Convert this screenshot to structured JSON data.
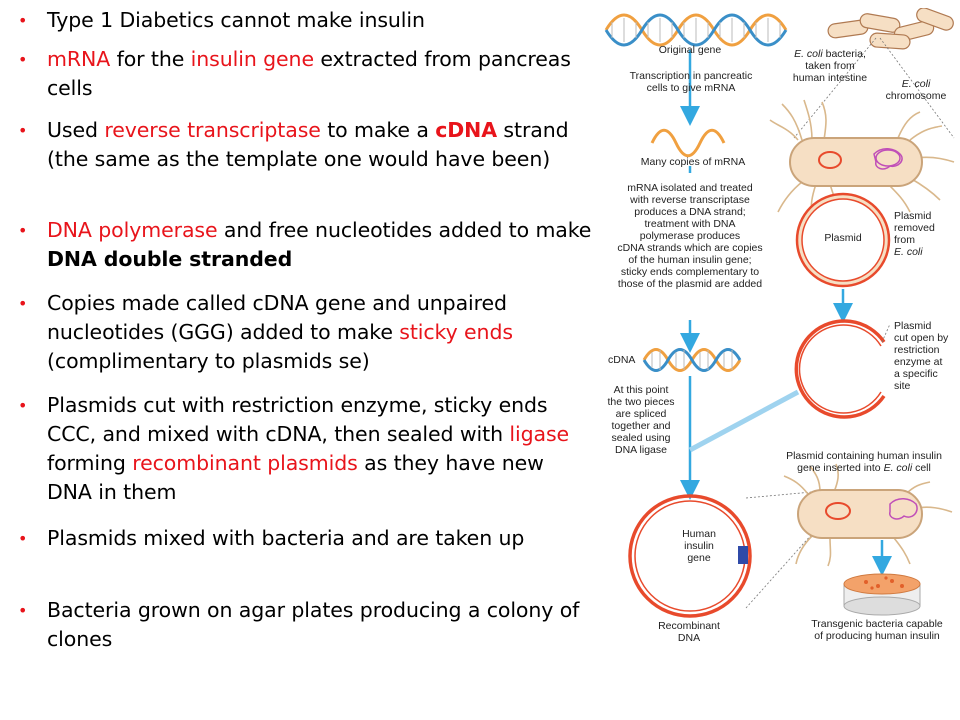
{
  "bullets": [
    {
      "segments": [
        {
          "t": "Type 1 Diabetics cannot make insulin"
        }
      ]
    },
    {
      "segments": [
        {
          "t": "mRNA",
          "red": true
        },
        {
          "t": " for the "
        },
        {
          "t": "insulin gene",
          "red": true
        },
        {
          "t": " extracted from pancreas cells"
        }
      ]
    },
    {
      "segments": [
        {
          "t": "Used "
        },
        {
          "t": "reverse transcriptase",
          "red": true
        },
        {
          "t": " to make a "
        },
        {
          "t": "cDNA",
          "red": true,
          "bold": true
        },
        {
          "t": " strand (the same as the template one would have been)"
        }
      ]
    },
    {
      "segments": [
        {
          "t": "DNA polymerase",
          "red": true
        },
        {
          "t": " and free nucleotides added to make "
        },
        {
          "t": "DNA double stranded",
          "bold": true
        }
      ]
    },
    {
      "segments": [
        {
          "t": "Copies made called cDNA gene and unpaired nucleotides (GGG) added to make "
        },
        {
          "t": "sticky ends",
          "red": true
        },
        {
          "t": " (complimentary to plasmids se)"
        }
      ]
    },
    {
      "segments": [
        {
          "t": "Plasmids cut with restriction enzyme, sticky ends CCC, and mixed with cDNA, then sealed with "
        },
        {
          "t": "ligase",
          "red": true
        },
        {
          "t": " forming "
        },
        {
          "t": "recombinant plasmids",
          "red": true
        },
        {
          "t": " as they have new DNA in them"
        }
      ]
    },
    {
      "segments": [
        {
          "t": "Plasmids mixed with bacteria and are taken up"
        }
      ]
    },
    {
      "segments": [
        {
          "t": "Bacteria grown on agar plates producing a colony of clones"
        }
      ]
    }
  ],
  "bullet_symbol": "•",
  "diagram": {
    "original_gene": "Original gene",
    "transcription": [
      "Transcription in pancreatic",
      "cells to give mRNA"
    ],
    "many_copies": "Many copies of mRNA",
    "mrna_isolated": [
      "mRNA isolated and treated",
      "with reverse transcriptase",
      "produces a DNA strand;",
      "treatment with DNA",
      "polymerase produces",
      "cDNA strands which are copies",
      "of the human insulin gene;",
      "sticky ends complementary to",
      "those of the plasmid are added"
    ],
    "cdna": "cDNA",
    "at_this_point": [
      "At this point",
      "the two pieces",
      "are spliced",
      "together and",
      "sealed using",
      "DNA ligase"
    ],
    "ecoli_bacteria": [
      "E. coli bacteria,",
      "taken from",
      "human intestine"
    ],
    "ecoli_chromosome": [
      "E. coli",
      "chromosome"
    ],
    "plasmid": "Plasmid",
    "plasmid_removed": [
      "Plasmid",
      "removed",
      "from",
      "E. coli"
    ],
    "plasmid_cut": [
      "Plasmid",
      "cut open by",
      "restriction",
      "enzyme at",
      "a specific",
      "site"
    ],
    "plasmid_containing": [
      "Plasmid containing human insulin",
      "gene inserted into E. coli cell"
    ],
    "human_insulin_gene": [
      "Human",
      "insulin",
      "gene"
    ],
    "recombinant_dna": [
      "Recombinant",
      "DNA"
    ],
    "transgenic": [
      "Transgenic bacteria capable",
      "of producing human insulin"
    ]
  },
  "colors": {
    "red_text": "#e8141b",
    "plasmid_red": "#e84a2c",
    "arrow_blue": "#33a8e0",
    "dna_orange": "#f0a040",
    "dna_blue": "#3a8fc8",
    "bacteria_fill": "#f6dfc4"
  }
}
